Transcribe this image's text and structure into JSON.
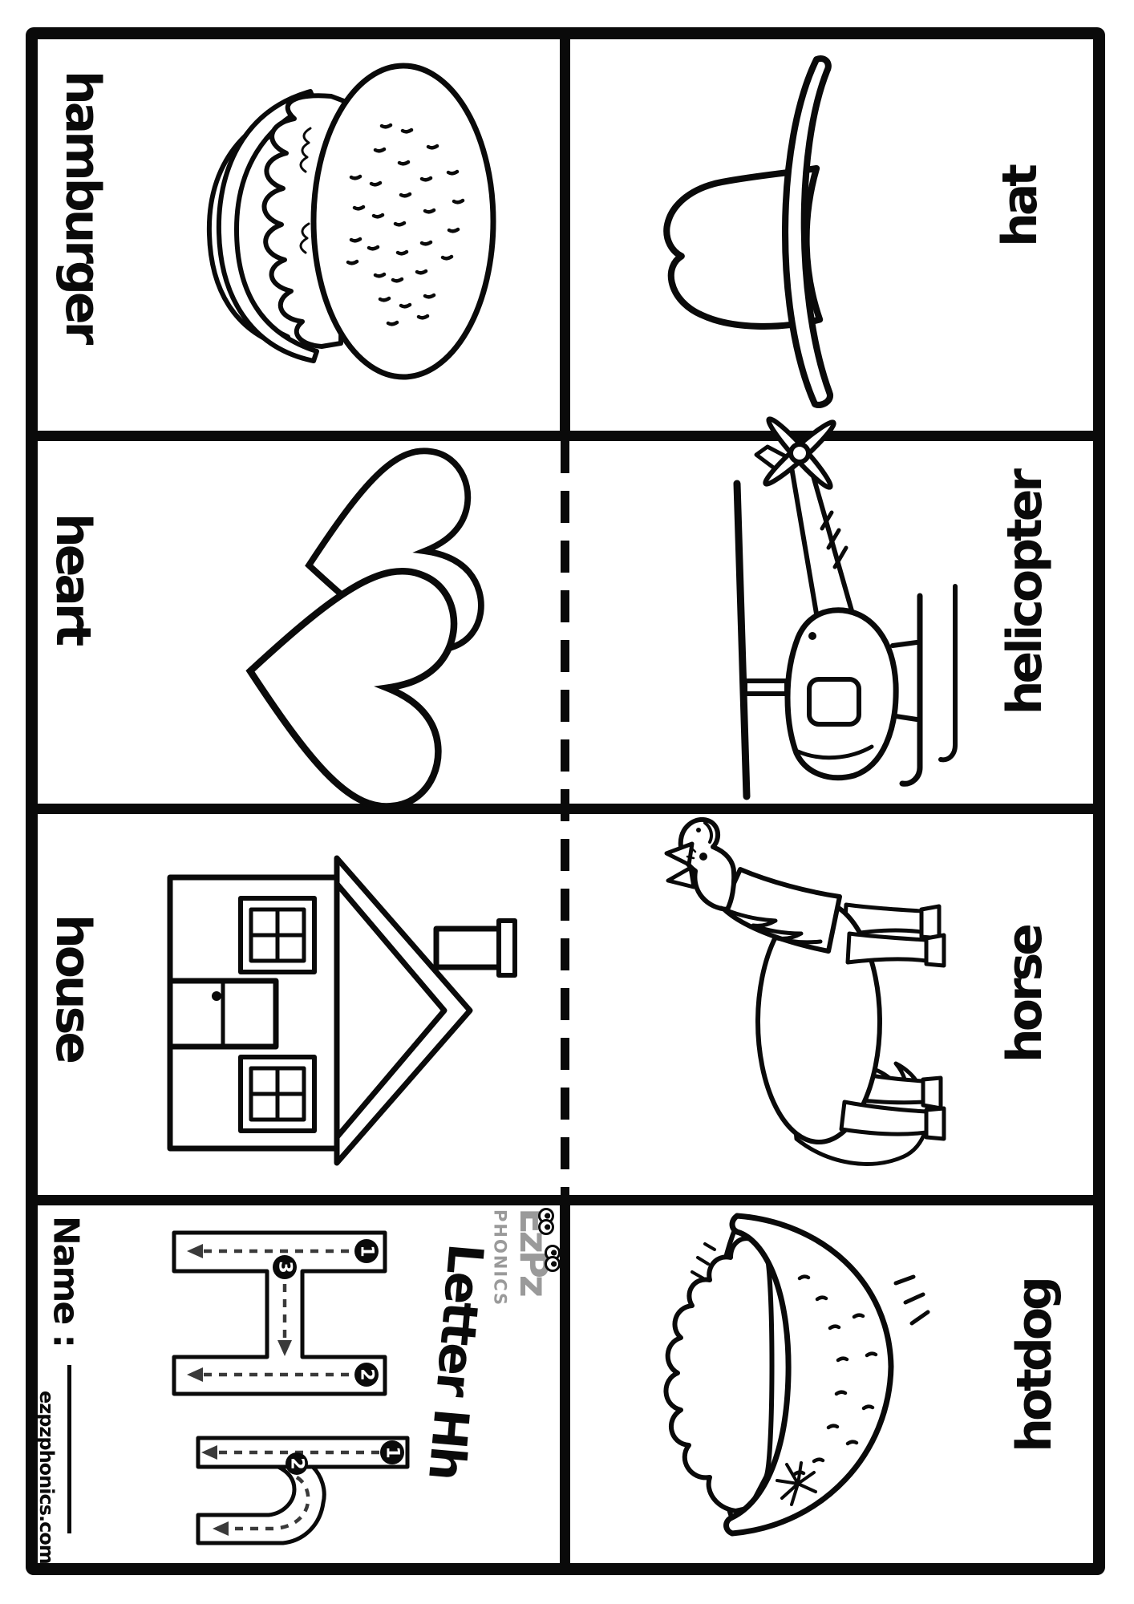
{
  "colors": {
    "ink": "#0a0a0a",
    "paper": "#ffffff",
    "logo_gray": "#9a9a9a"
  },
  "words": {
    "hamburger": "hamburger",
    "hat": "hat",
    "heart": "heart",
    "helicopter": "helicopter",
    "house": "house",
    "horse": "horse",
    "hotdog": "hotdog"
  },
  "title_card": {
    "name_label": "Name :",
    "title": "Letter Hh",
    "website": "ezpzphonics.com",
    "logo_brand": "EzPz",
    "logo_sub": "PHONICS",
    "upper_strokes": [
      "1",
      "2",
      "3"
    ],
    "lower_strokes": [
      "1",
      "2"
    ]
  }
}
